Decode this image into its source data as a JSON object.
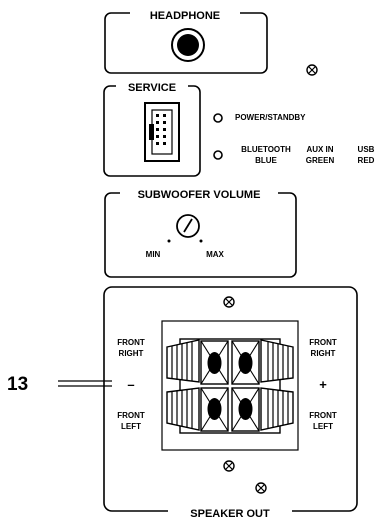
{
  "panel": {
    "headphone": {
      "label": "HEADPHONE"
    },
    "service": {
      "label": "SERVICE"
    },
    "leds": [
      {
        "text": "POWER/STANDBY"
      },
      {
        "text": "BLUETOOTH",
        "color": "BLUE"
      },
      {
        "text": "AUX IN",
        "color": "GREEN"
      },
      {
        "text": "USB",
        "color": "RED"
      }
    ],
    "subwoofer": {
      "label": "SUBWOOFER VOLUME",
      "min": "MIN",
      "max": "MAX"
    },
    "speaker": {
      "label": "SPEAKER OUT",
      "left_top": "FRONT",
      "left_top2": "RIGHT",
      "left_sign": "–",
      "left_bottom": "FRONT",
      "left_bottom2": "LEFT",
      "right_top": "FRONT",
      "right_top2": "RIGHT",
      "right_sign": "+",
      "right_bottom": "FRONT",
      "right_bottom2": "LEFT"
    },
    "callout": "13"
  }
}
